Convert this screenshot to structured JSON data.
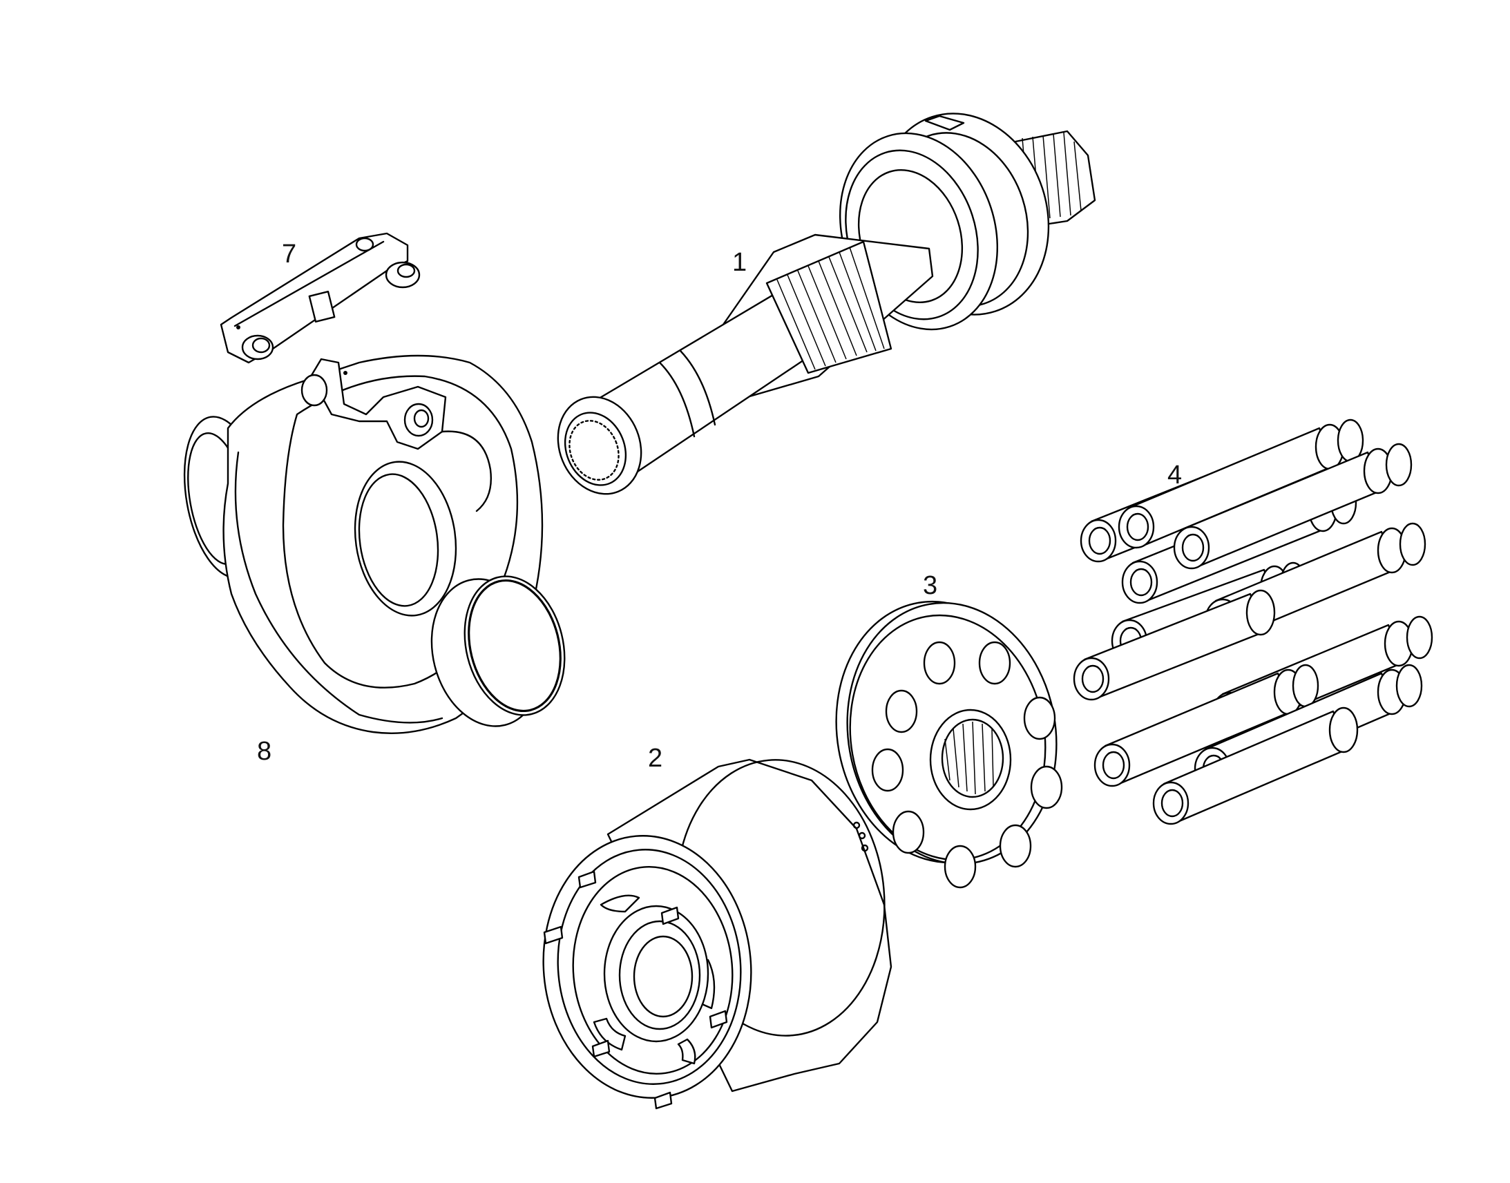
{
  "callouts": {
    "shaft": "1",
    "cylinder_block": "2",
    "retainer_plate": "3",
    "pistons": "4",
    "link": "7",
    "swash_plate": "8"
  },
  "colors": {
    "line": "#000000",
    "background": "#ffffff",
    "text": "#111111"
  }
}
